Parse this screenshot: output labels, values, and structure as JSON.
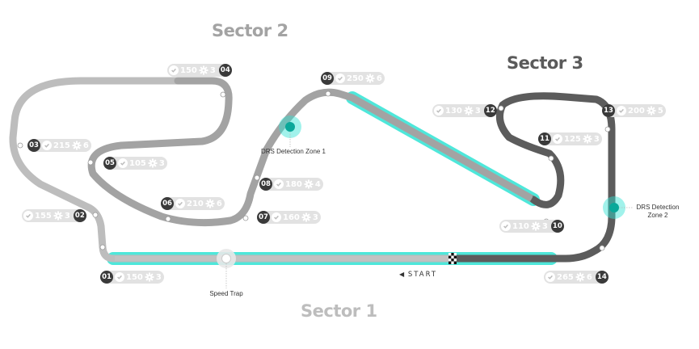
{
  "sectors": {
    "s1": {
      "label": "Sector 1",
      "color": "#bdbdbd"
    },
    "s2": {
      "label": "Sector 2",
      "color": "#a3a3a3"
    },
    "s3": {
      "label": "Sector 3",
      "color": "#5a5a5a"
    }
  },
  "corners": [
    {
      "num": "01",
      "speed": "150",
      "gear": "3"
    },
    {
      "num": "02",
      "speed": "155",
      "gear": "3"
    },
    {
      "num": "03",
      "speed": "215",
      "gear": "6"
    },
    {
      "num": "04",
      "speed": "150",
      "gear": "3"
    },
    {
      "num": "05",
      "speed": "105",
      "gear": "3"
    },
    {
      "num": "06",
      "speed": "210",
      "gear": "6"
    },
    {
      "num": "07",
      "speed": "160",
      "gear": "3"
    },
    {
      "num": "08",
      "speed": "180",
      "gear": "4"
    },
    {
      "num": "09",
      "speed": "250",
      "gear": "6"
    },
    {
      "num": "10",
      "speed": "110",
      "gear": "3"
    },
    {
      "num": "11",
      "speed": "125",
      "gear": "3"
    },
    {
      "num": "12",
      "speed": "130",
      "gear": "3"
    },
    {
      "num": "13",
      "speed": "200",
      "gear": "5"
    },
    {
      "num": "14",
      "speed": "265",
      "gear": "6"
    }
  ],
  "labels": {
    "drs_detection_1": "DRS Detection Zone 1",
    "drs_detection_2_line1": "DRS Detection",
    "drs_detection_2_line2": "Zone 2",
    "speed_trap": "Speed Trap",
    "start": "START"
  },
  "icons": {
    "speed": "checkmark-circle-icon",
    "gear": "gear-icon",
    "start": "left-arrow-icon",
    "finish": "checkered-flag-icon"
  },
  "colors": {
    "drs": "#2fe3d3",
    "drs_dot": "#0aa89a",
    "badge_bg": "#e2e2e2",
    "badge_num": "#3a3a3a"
  }
}
